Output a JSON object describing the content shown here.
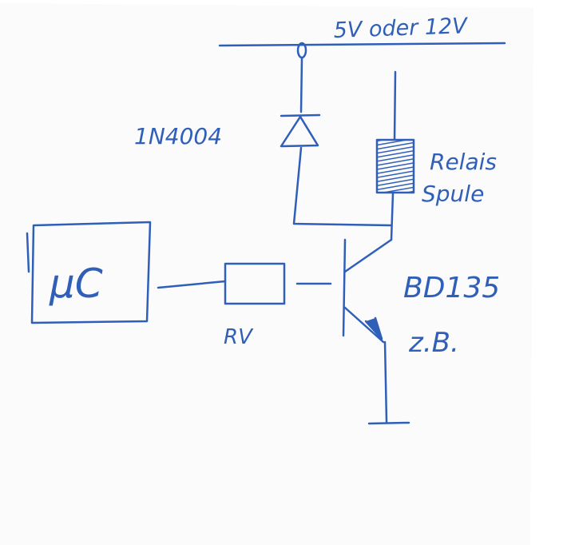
{
  "title": "",
  "colors": {
    "ink": "#2f5fb8",
    "paper": "#fbfbfb",
    "background": "#ffffff"
  },
  "labels": {
    "supply": "5V oder 12V",
    "diode": "1N4004",
    "relay_line1": "Relais",
    "relay_line2": "Spule",
    "microcontroller": "µC",
    "resistor": "RV",
    "transistor": "BD135",
    "transistor_note": "z.B."
  }
}
